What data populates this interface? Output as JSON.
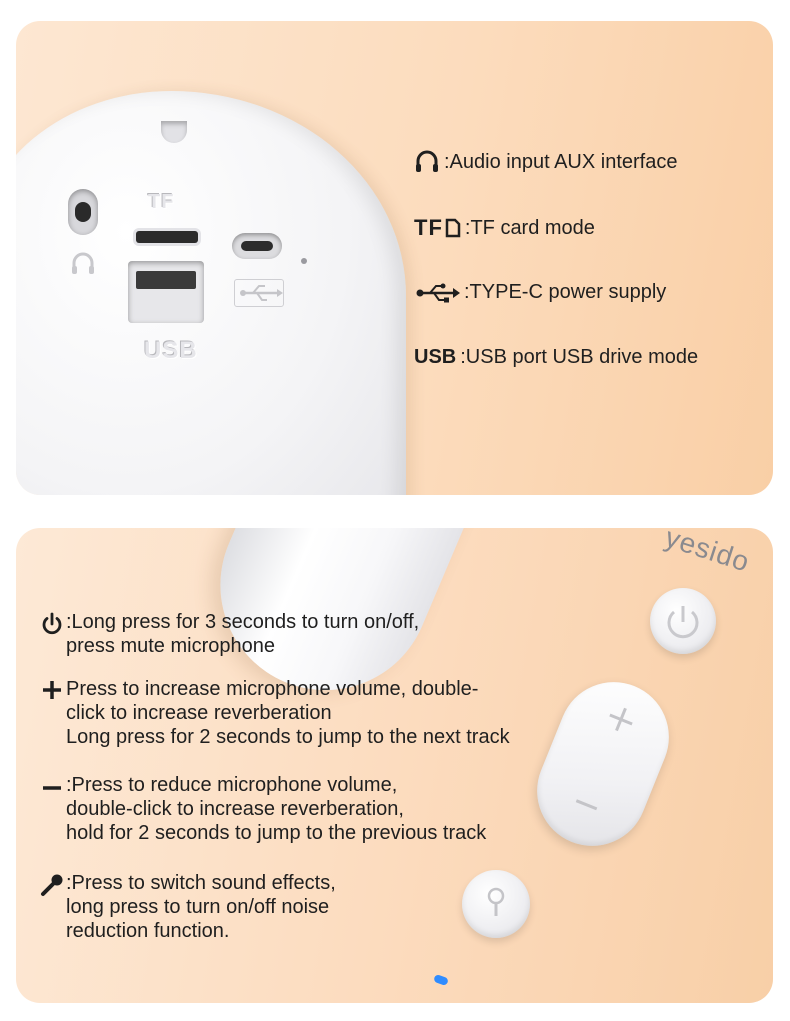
{
  "top_panel": {
    "device_labels": {
      "tf": "TF",
      "usb": "USB"
    },
    "legend": [
      {
        "icon": "headphones-icon",
        "text": ":Audio input AUX interface"
      },
      {
        "icon": "tf-card-icon",
        "symbol": "TF",
        "text": ":TF card mode"
      },
      {
        "icon": "usb-trident-icon",
        "text": ":TYPE-C power supply"
      },
      {
        "icon": "usb-text-icon",
        "symbol": "USB",
        "text": ":USB port USB drive mode"
      }
    ]
  },
  "bottom_panel": {
    "brand": "yesido",
    "legend": [
      {
        "icon": "power-icon",
        "lines": [
          ":Long press for 3 seconds to turn on/off,",
          "press mute microphone"
        ]
      },
      {
        "icon": "plus-icon",
        "lines": [
          "Press to increase microphone volume, double-",
          "click to increase reverberation",
          "Long press for 2 seconds to jump to the next track"
        ]
      },
      {
        "icon": "minus-icon",
        "lines": [
          ":Press to reduce microphone volume,",
          "double-click to increase reverberation,",
          "hold for 2 seconds to jump to the previous track"
        ]
      },
      {
        "icon": "microphone-icon",
        "lines": [
          ":Press to switch sound effects,",
          "long press to turn on/off noise",
          "reduction function."
        ]
      }
    ]
  },
  "colors": {
    "panel_bg": "#fcdcbd",
    "text": "#1f1f1f",
    "led": "#2f8cff"
  }
}
